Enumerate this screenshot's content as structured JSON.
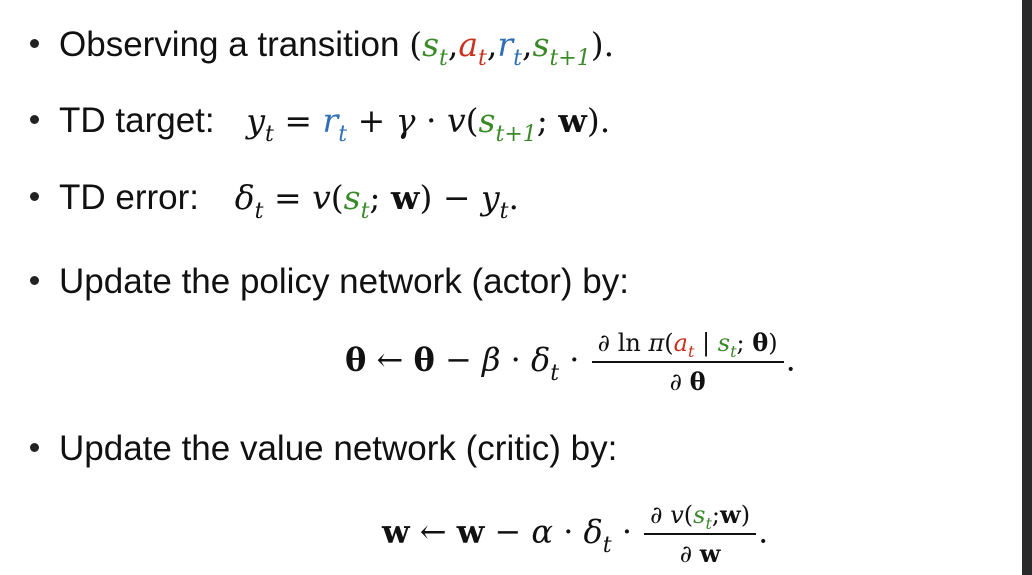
{
  "bullets": {
    "b1": "Observing a transition",
    "b2": "TD target:",
    "b3": "TD error:",
    "b4": "Update the policy network (actor) by:",
    "b5": "Update the value network (critic) by:"
  },
  "sym": {
    "s": "s",
    "a": "a",
    "r": "r",
    "y": "y",
    "v": "v",
    "w": "w",
    "theta": "θ",
    "delta": "δ",
    "beta": "β",
    "alpha": "α",
    "gamma": "γ",
    "pi": "π",
    "t": "t",
    "t1": "t+1",
    "partial": "∂",
    "ln": "ln",
    "arrow": "←",
    "minus": "−",
    "plus": "+",
    "equals": "=",
    "cdot": "·",
    "semicolon": ";",
    "comma": ",",
    "bar": "|",
    "lparen": "(",
    "rparen": ")",
    "period": "."
  },
  "colors": {
    "green": "#3a8a2a",
    "red": "#c8321e",
    "blue": "#2f6fb5"
  }
}
